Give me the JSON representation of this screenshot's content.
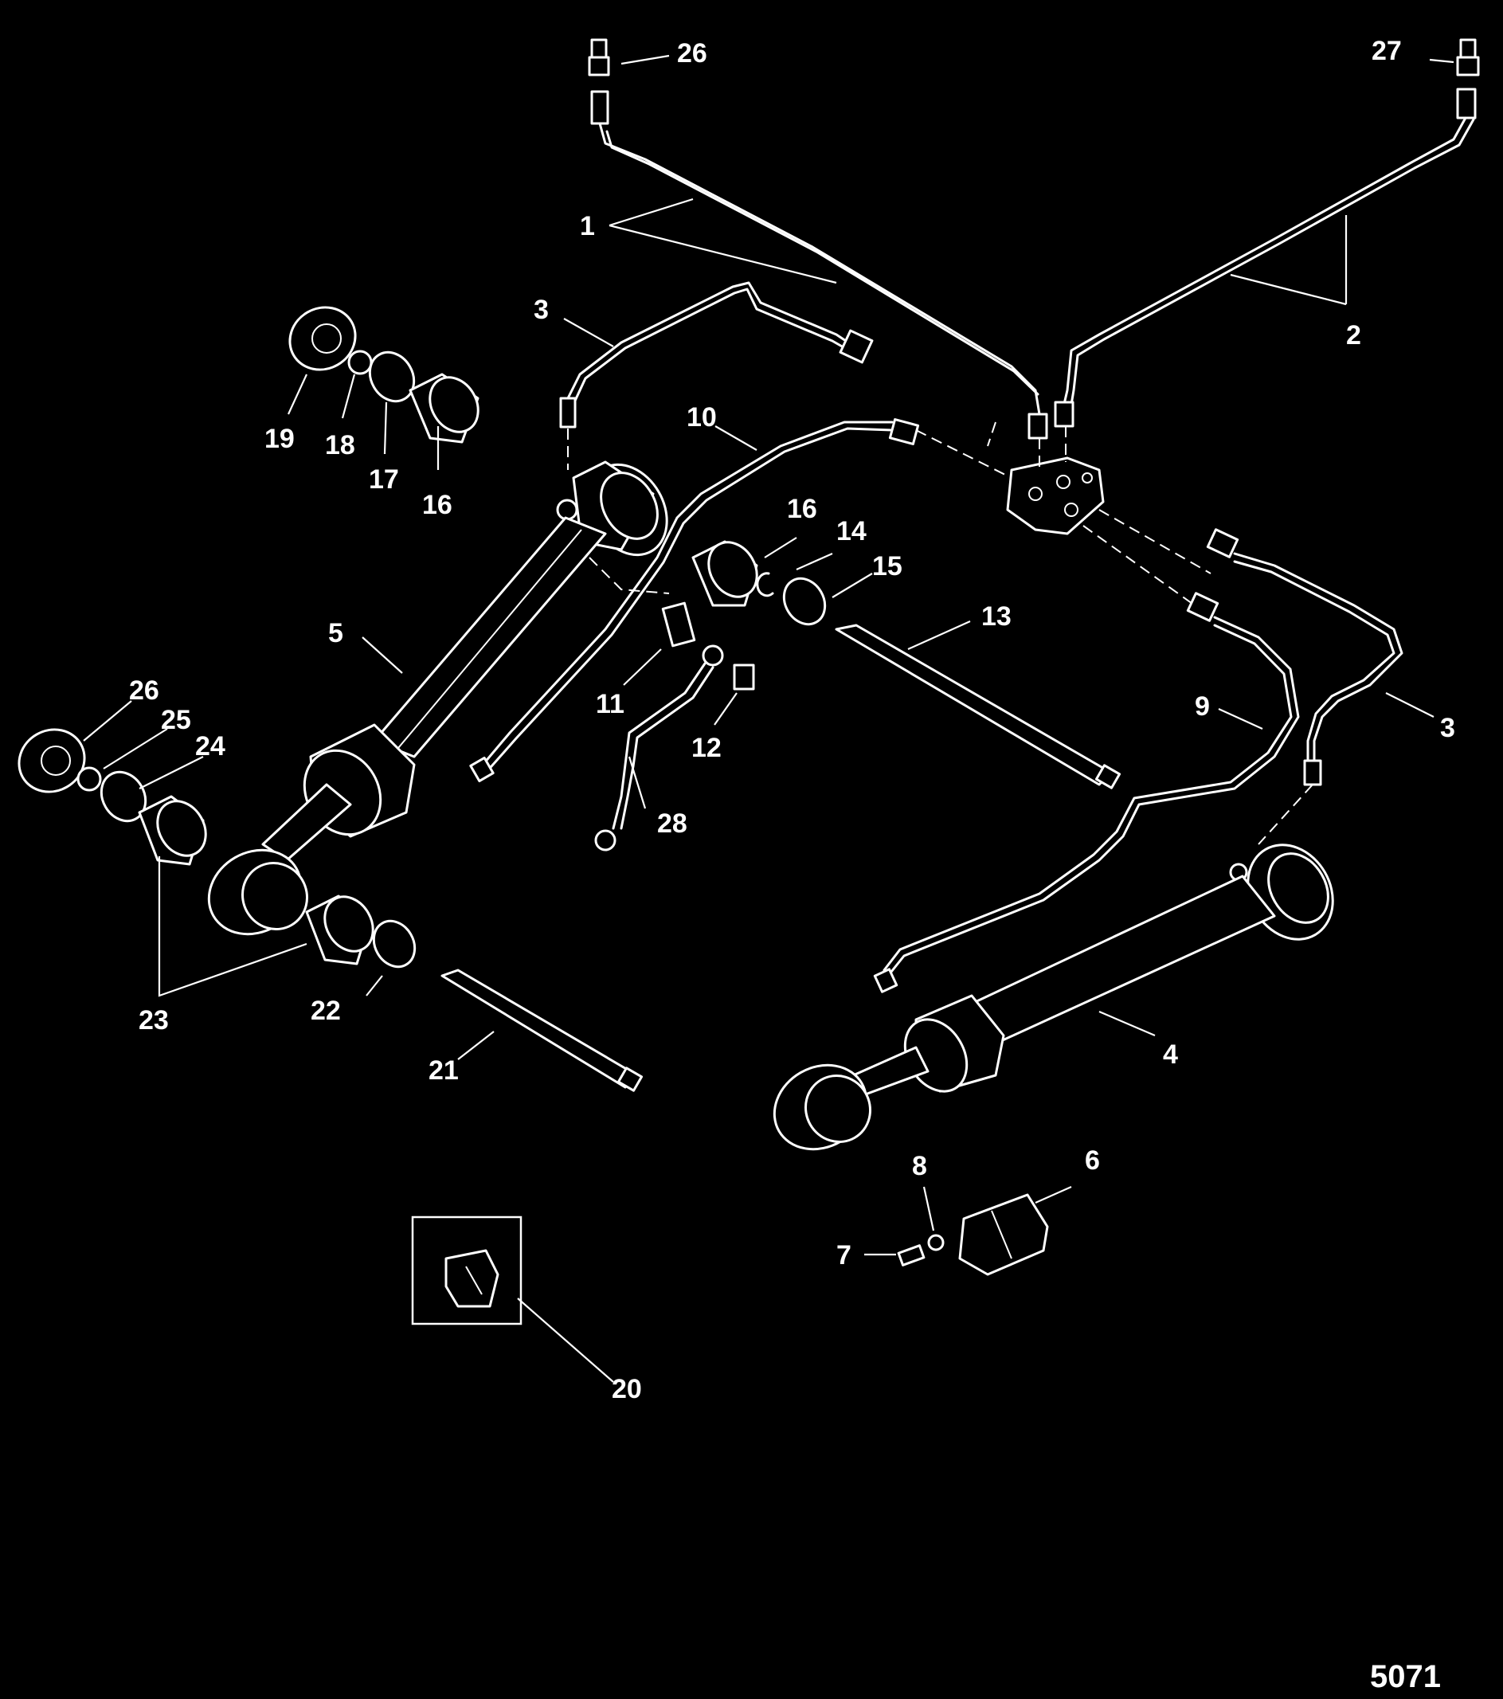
{
  "figure_number": "5071",
  "callouts": [
    {
      "id": "c1",
      "text": "1"
    },
    {
      "id": "c2",
      "text": "2"
    },
    {
      "id": "c3a",
      "text": "3"
    },
    {
      "id": "c3b",
      "text": "3"
    },
    {
      "id": "c4",
      "text": "4"
    },
    {
      "id": "c5",
      "text": "5"
    },
    {
      "id": "c6",
      "text": "6"
    },
    {
      "id": "c7",
      "text": "7"
    },
    {
      "id": "c8",
      "text": "8"
    },
    {
      "id": "c9",
      "text": "9"
    },
    {
      "id": "c10",
      "text": "10"
    },
    {
      "id": "c11",
      "text": "11"
    },
    {
      "id": "c12",
      "text": "12"
    },
    {
      "id": "c13",
      "text": "13"
    },
    {
      "id": "c14",
      "text": "14"
    },
    {
      "id": "c15",
      "text": "15"
    },
    {
      "id": "c16a",
      "text": "16"
    },
    {
      "id": "c16b",
      "text": "16"
    },
    {
      "id": "c17",
      "text": "17"
    },
    {
      "id": "c18",
      "text": "18"
    },
    {
      "id": "c19",
      "text": "19"
    },
    {
      "id": "c20",
      "text": "20"
    },
    {
      "id": "c21",
      "text": "21"
    },
    {
      "id": "c22",
      "text": "22"
    },
    {
      "id": "c23",
      "text": "23"
    },
    {
      "id": "c24",
      "text": "24"
    },
    {
      "id": "c25",
      "text": "25"
    },
    {
      "id": "c26a",
      "text": "26"
    },
    {
      "id": "c26b",
      "text": "26"
    },
    {
      "id": "c27",
      "text": "27"
    },
    {
      "id": "c28",
      "text": "28"
    }
  ]
}
